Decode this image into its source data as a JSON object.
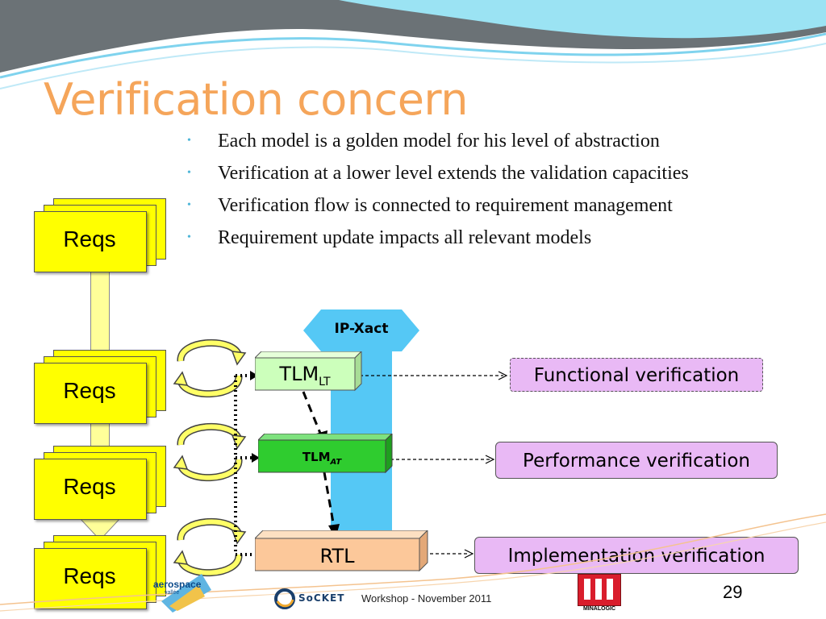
{
  "slide": {
    "title": "Verification concern",
    "bullets": [
      "Each model is a golden model for his level of abstraction",
      "Verification at a lower level extends the validation capacities",
      "Verification flow is connected to requirement management",
      "Requirement update impacts all relevant models"
    ]
  },
  "diagram": {
    "reqs": [
      "Reqs",
      "Reqs",
      "Reqs",
      "Reqs"
    ],
    "ipxact": "IP-Xact",
    "models": {
      "tlm_lt": {
        "base": "TLM",
        "sub": "LT"
      },
      "tlm_at": {
        "base": "TLM",
        "sub": "AT"
      },
      "rtl": "RTL"
    },
    "verifications": [
      "Functional verification",
      "Performance verification",
      "Implementation verification"
    ],
    "colors": {
      "reqs_fill": "#ffff00",
      "ipxact_fill": "#55c8f5",
      "tlm_lt_fill": "#ccffbb",
      "tlm_at_fill": "#2fcc2f",
      "rtl_fill": "#fcc89a",
      "verif_fill": "#e9b9f5",
      "title_color": "#f5a55a"
    }
  },
  "footer": {
    "text": "Workshop - November 2011",
    "page": "29",
    "logo_left": "aerospace",
    "logo_left_sub": "vallée",
    "logo_center": "SoCKET",
    "logo_right": "MINALOGIC"
  }
}
